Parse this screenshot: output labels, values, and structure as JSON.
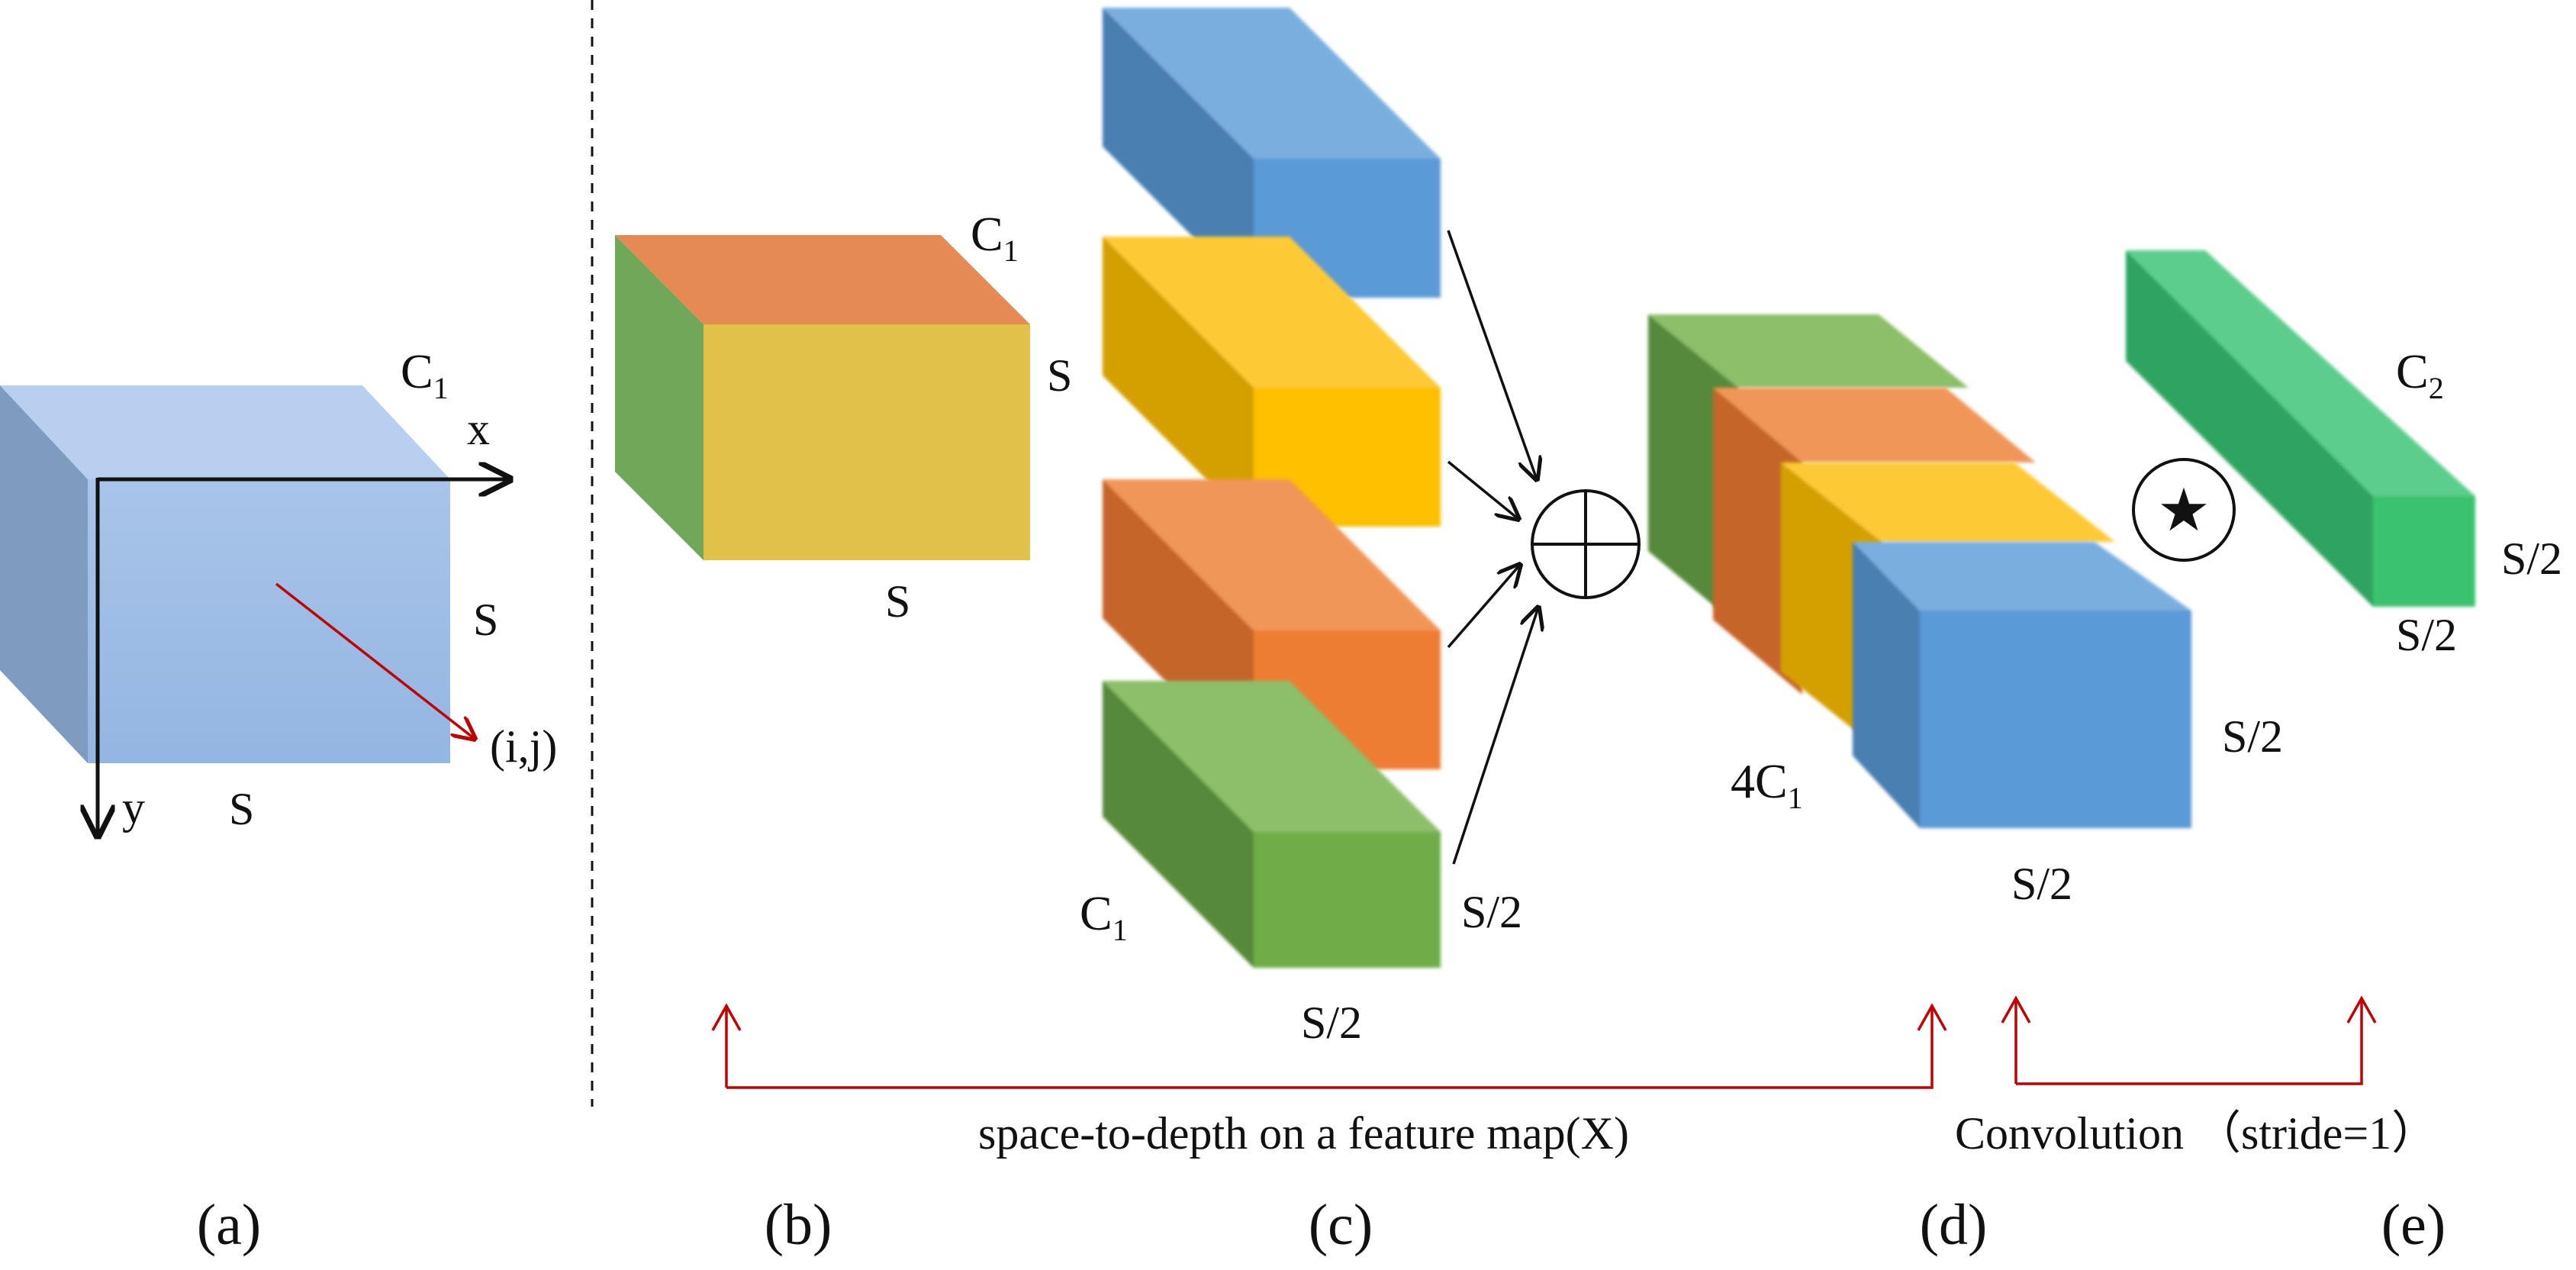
{
  "panel_a": {
    "cube_label": "C",
    "cube_label_sub": "1",
    "x_label": "x",
    "y_label": "y",
    "side_label": "S",
    "bottom_label": "S",
    "point_label": "(i,j)",
    "colors": {
      "front": "#9dbde4",
      "top": "#b8cff0",
      "side": "#7f9cc0",
      "vector": "#c00000"
    }
  },
  "panel_b": {
    "channel_label": "C",
    "channel_label_sub": "1",
    "height_label": "S",
    "width_label": "S",
    "colors": {
      "front": "#e2c14b",
      "top": "#e58a55",
      "side": "#70a758"
    }
  },
  "panel_c": {
    "channel_label": "C",
    "channel_label_sub": "1",
    "height_label": "S/2",
    "width_label": "S/2",
    "slices": [
      {
        "name": "blue",
        "front": "#5a9ad7",
        "top": "#7aaedf",
        "side": "#4a7fb1"
      },
      {
        "name": "yellow",
        "front": "#ffc000",
        "top": "#fdca35",
        "side": "#d4a000"
      },
      {
        "name": "orange",
        "front": "#ed7d31",
        "top": "#f09658",
        "side": "#c6652a"
      },
      {
        "name": "green",
        "front": "#70ad47",
        "top": "#8dbe6b",
        "side": "#56893a"
      }
    ],
    "concat_symbol": "⊕"
  },
  "panel_d": {
    "channel_label": "4C",
    "channel_label_sub": "1",
    "height_label": "S/2",
    "width_label": "S/2",
    "conv_symbol": "★"
  },
  "panel_e": {
    "channel_label": "C",
    "channel_label_sub": "2",
    "height_label": "S/2",
    "width_label": "S/2",
    "colors": {
      "front": "#3ac270",
      "top": "#5ccd8c",
      "side": "#2fa460"
    }
  },
  "annotations": {
    "spd_label": "space-to-depth on a feature map(X)",
    "conv_label": "Convolution （stride=1）",
    "arrow_color": "#c00000"
  },
  "panel_letters": [
    "(a)",
    "(b)",
    "(c)",
    "(d)",
    "(e)"
  ]
}
